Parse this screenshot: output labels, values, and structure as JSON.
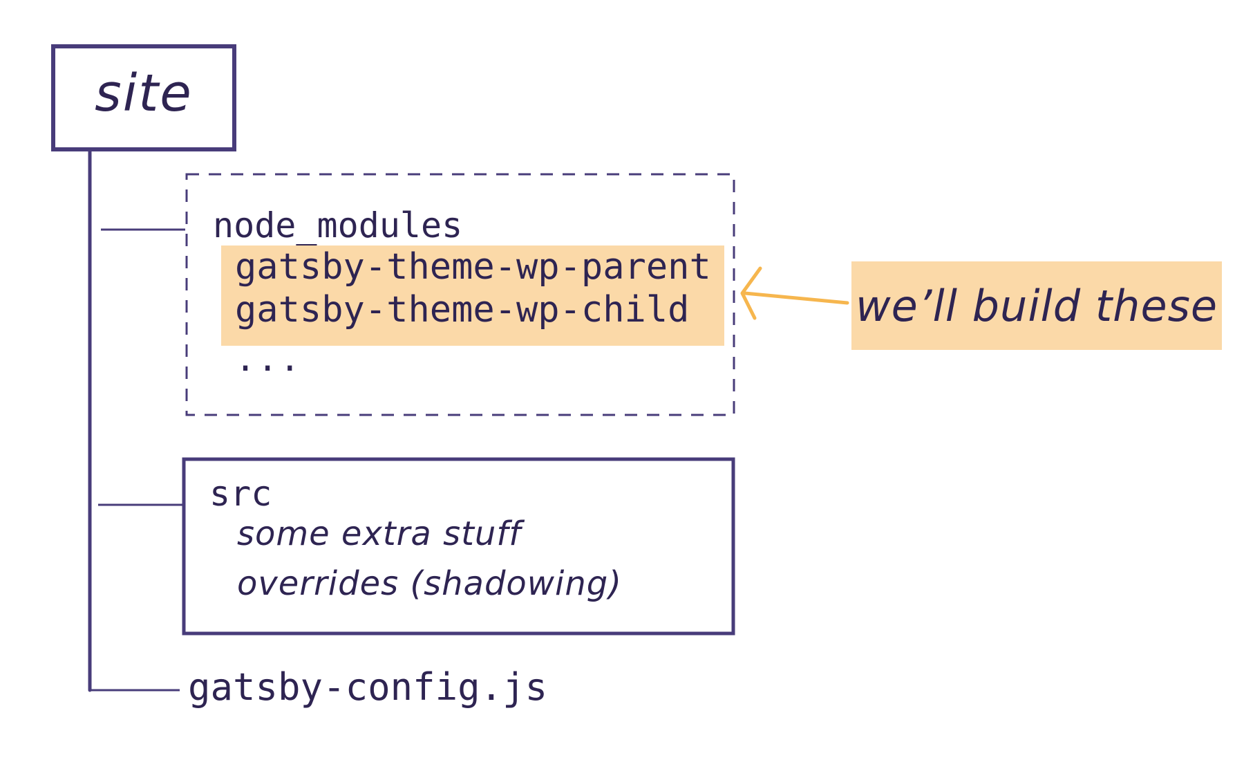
{
  "root": {
    "label": "site"
  },
  "node_modules": {
    "label": "node_modules",
    "items": [
      "gatsby-theme-wp-parent",
      "gatsby-theme-wp-child"
    ],
    "more": "..."
  },
  "src": {
    "label": "src",
    "items": [
      "some extra stuff",
      "overrides (shadowing)"
    ]
  },
  "config": {
    "label": "gatsby-config.js"
  },
  "callout": {
    "label": "we’ll build these"
  },
  "colors": {
    "ink": "#2e2452",
    "stroke": "#483c7a",
    "highlight": "#fbd9a8",
    "arrow": "#f6b64e"
  }
}
